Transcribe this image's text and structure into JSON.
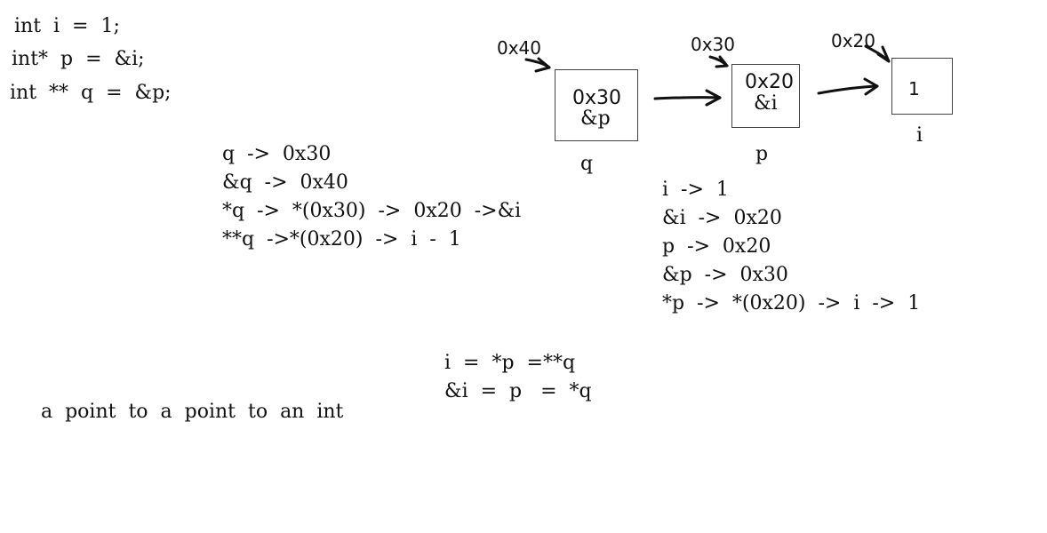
{
  "code": {
    "line1": "int  i  =  1;",
    "line2": "int*  p  =  &i;",
    "line3": "int  **  q  =  &p;"
  },
  "q_notes": {
    "line1": "q  ->  0x30",
    "line2": "&q  ->  0x40",
    "line3": "*q  ->  *(0x30)  ->  0x20  ->&i",
    "line4": "**q  ->*(0x20)  ->  i  -  1"
  },
  "p_notes": {
    "line1": "i  ->  1",
    "line2": "&i  ->  0x20",
    "line3": "p  ->  0x20",
    "line4": "&p  ->  0x30",
    "line5": "*p  ->  *(0x20)  ->  i  ->  1"
  },
  "equalities": {
    "line1": "i  =  *p  =**q",
    "line2": "&i  =  p   =  *q"
  },
  "caption": "a  point  to  a  point  to  an  int",
  "diagram": {
    "box_q": {
      "address": "0x40",
      "value": "0x30",
      "value_ref": "&p",
      "name": "q"
    },
    "box_p": {
      "address": "0x30",
      "value": "0x20",
      "value_ref": "&i",
      "name": "p"
    },
    "box_i": {
      "address": "0x20",
      "value": "1",
      "name": "i"
    }
  },
  "colors": {
    "ink": "#111111",
    "box_border": "#444444"
  }
}
